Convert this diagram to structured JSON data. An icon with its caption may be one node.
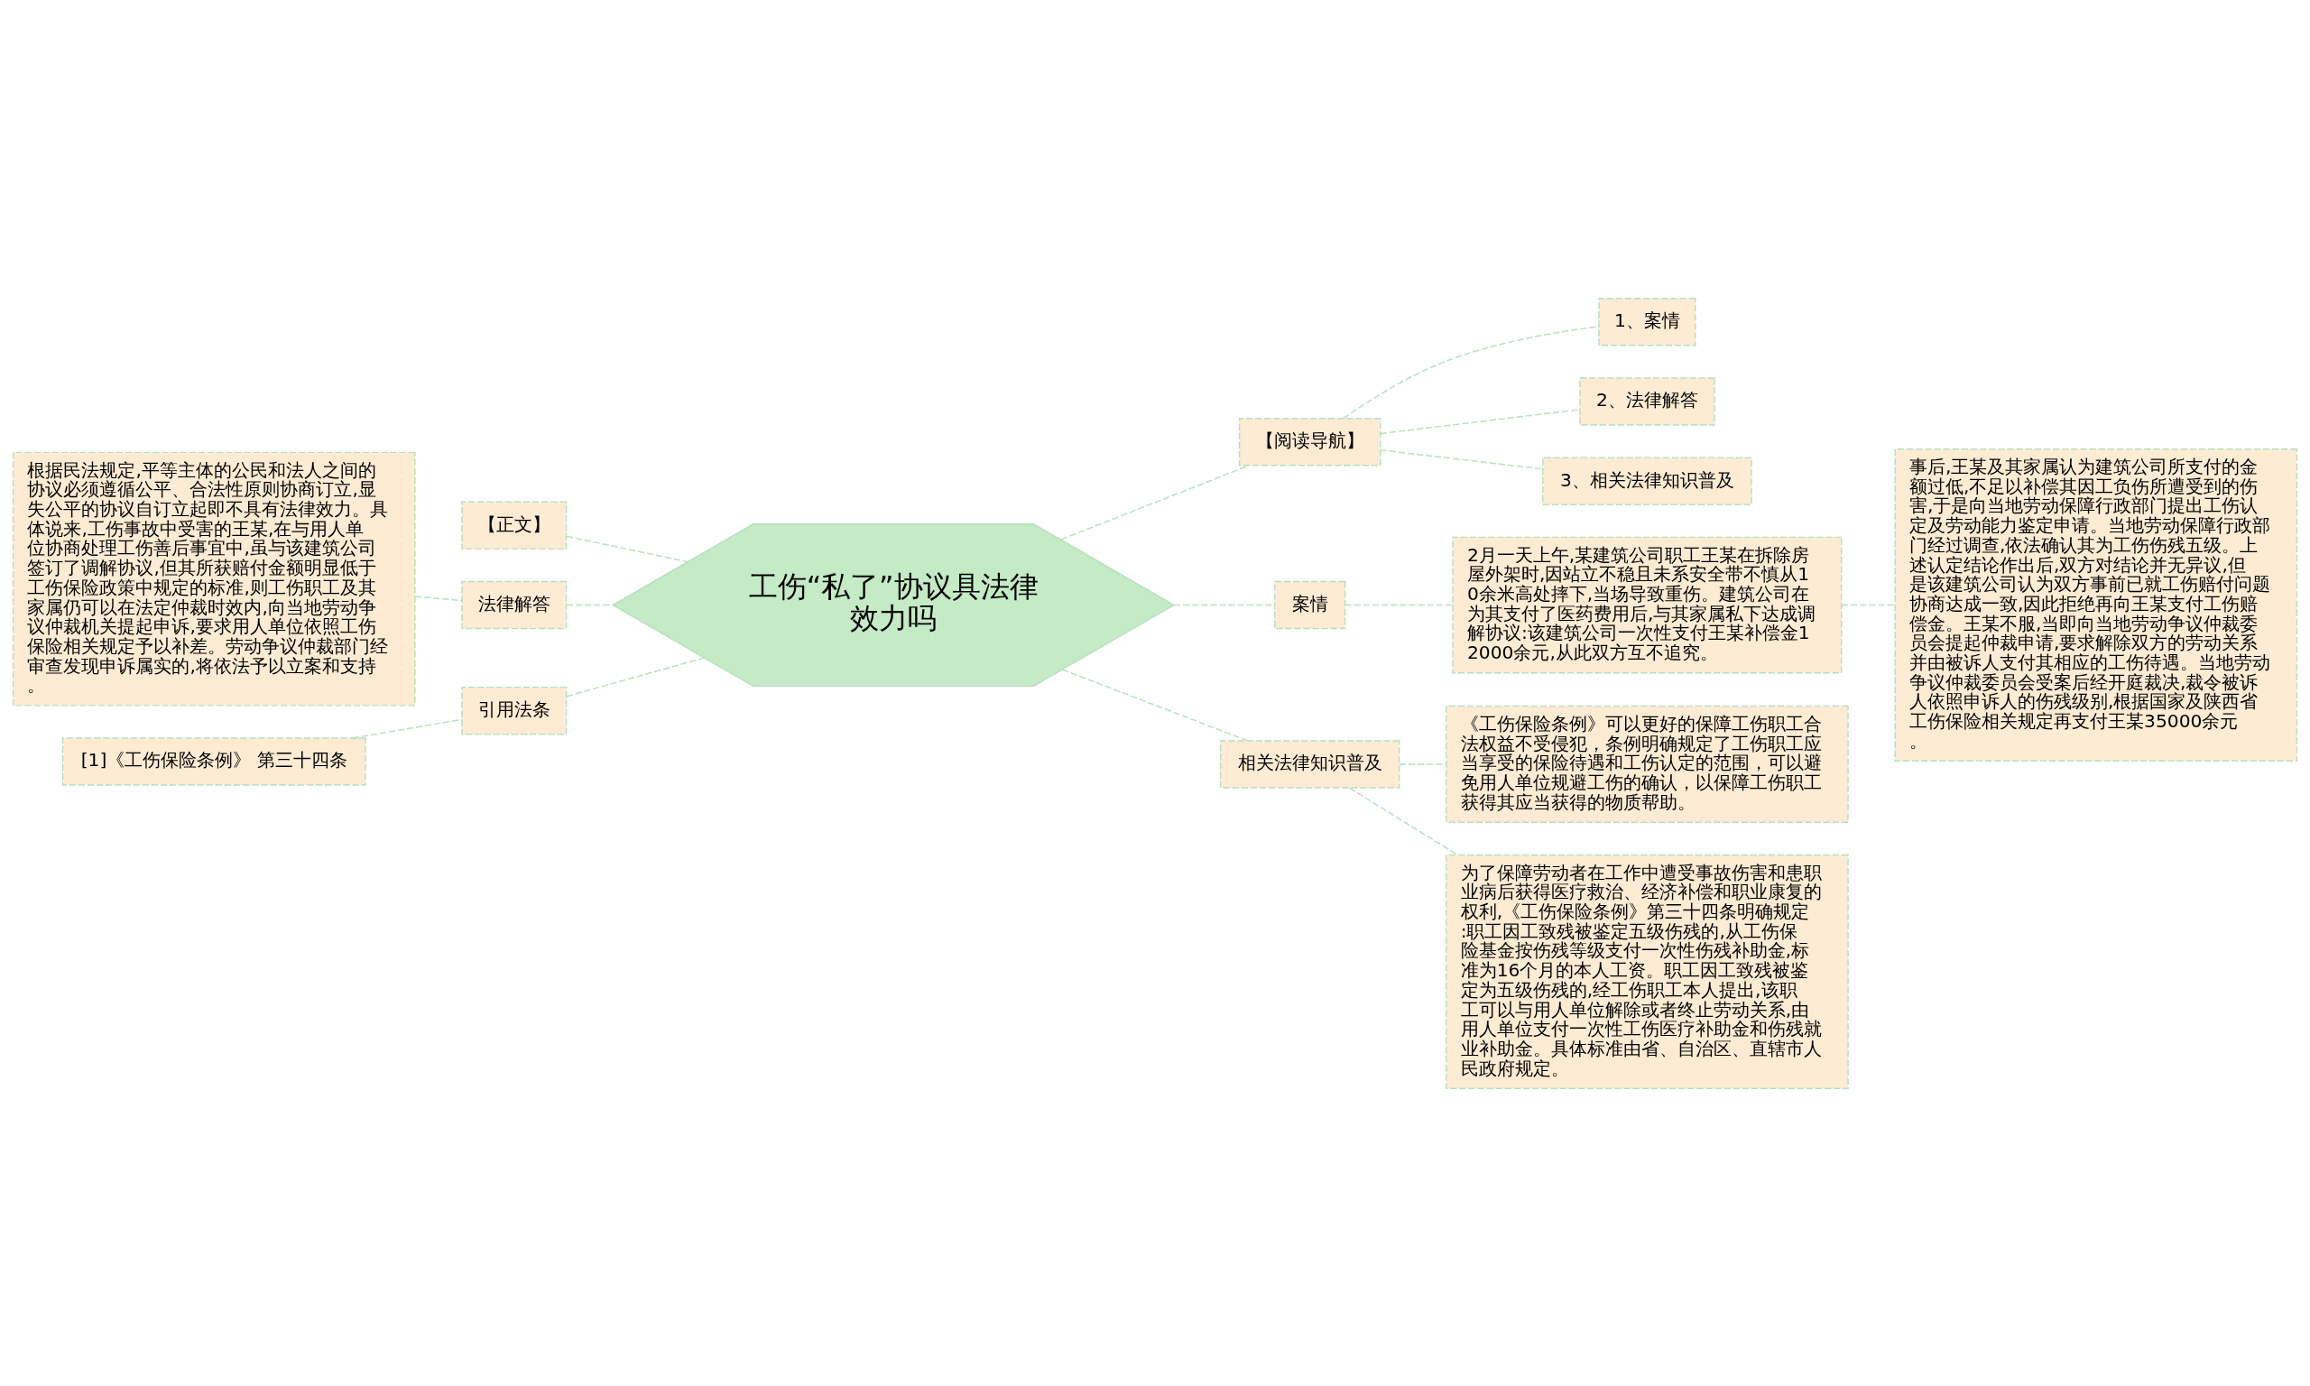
{
  "diagram": {
    "nodes": [
      {
        "text": [
          "工伤“私了”协议具法律效力吗"
        ]
      },
      {
        "text": [
          "【正文】"
        ]
      },
      {
        "text": [
          "法律解答"
        ]
      },
      {
        "text": [
          "根据民法规定,平等主体的公民和法人之间的协议必须遵循公平、合法性原则协商订立,显失公平的协议自订立起即不具有法律效力。具体说来,工伤事故中受害的王某,在与用人单位协商处理工伤善后事宜中,虽与该建筑公司签订了调解协议,但其所获赔付金额明显低于工伤保险政策中规定的标准,则工伤职工及其家属仍可以在法定仲裁时效内,向当地劳动争议仲裁机关提起申诉,要求用人单位依照工伤保险相关规定予以补差。劳动争议仲裁部门经审查发现申诉属实的,将依法予以立案和支持。"
        ]
      },
      {
        "text": [
          "引用法条"
        ]
      },
      {
        "text": [
          "[1]《工伤保险条例》 第三十四条"
        ]
      },
      {
        "text": [
          "【阅读导航】"
        ]
      },
      {
        "text": [
          "1、案情"
        ]
      },
      {
        "text": [
          "2、法律解答"
        ]
      },
      {
        "text": [
          "3、相关法律知识普及"
        ]
      },
      {
        "text": [
          "案情"
        ]
      },
      {
        "text": [
          "2月一天上午,某建筑公司职工王某在拆除房屋外架时,因站立不稳且未系安全带不慎从10余米高处摔下,当场导致重伤。建筑公司在为其支付了医药费用后,与其家属私下达成调解协议:该建筑公司一次性支付王某补偿金12000余元,从此双方互不追究。"
        ]
      },
      {
        "text": [
          "事后,王某及其家属认为建筑公司所支付的金额过低,不足以补偿其因工负伤所遭受到的伤害,于是向当地劳动保障行政部门提出工伤认定及劳动能力鉴定申请。当地劳动保障行政部门经过调查,依法确认其为工伤伤残五级。上述认定结论作出后,双方对结论并无异议,但是该建筑公司认为双方事前已就工伤赔付问题协商达成一致,因此拒绝再向王某支付工伤赔偿金。王某不服,当即向当地劳动争议仲裁委员会提起仲裁申请,要求解除双方的劳动关系并由被诉人支付其相应的工伤待遇。当地劳动争议仲裁委员会受案后经开庭裁决,裁令被诉人依照申诉人的伤残级别,根据国家及陕西省工伤保险相关规定再支付王某35000余元。"
        ]
      },
      {
        "text": [
          "相关法律知识普及"
        ]
      },
      {
        "text": [
          "《工伤保险条例》可以更好的保障工伤职工合法权益不受侵犯，条例明确规定了工伤职工应当享受的保险待遇和工伤认定的范围，可以避免用人单位规避工伤的确认，以保障工伤职工获得其应当获得的物质帮助。"
        ]
      },
      {
        "text": [
          "为了保障劳动者在工作中遭受事故伤害和患职业病后获得医疗救治、经济补偿和职业康复的权利,《工伤保险条例》第三十四条明确规定:职工因工致残被鉴定五级伤残的,从工伤保险基金按伤残等级支付一次性伤残补助金,标准为16个月的本人工资。职工因工致残被鉴定为五级伤残的,经工伤职工本人提出,该职工可以与用人单位解除或者终止劳动关系,由用人单位支付一次性工伤医疗补助金和伤残就业补助金。具体标准由省、自治区、直辖市人民政府规定。"
        ]
      }
    ],
    "edges": [
      {
        "from": 0,
        "to": 1,
        "arrow": "none",
        "style": "dashed"
      },
      {
        "from": 0,
        "to": 2,
        "arrow": "none",
        "style": "dashed"
      },
      {
        "from": 2,
        "to": 3,
        "arrow": "none",
        "style": "dashed"
      },
      {
        "from": 0,
        "to": 4,
        "arrow": "none",
        "style": "dashed"
      },
      {
        "from": 4,
        "to": 5,
        "arrow": "none",
        "style": "dashed"
      },
      {
        "from": 0,
        "to": 6,
        "arrow": "none",
        "style": "dashed"
      },
      {
        "from": 6,
        "to": 7,
        "arrow": "none",
        "style": "dashed"
      },
      {
        "from": 6,
        "to": 8,
        "arrow": "none",
        "style": "dashed"
      },
      {
        "from": 6,
        "to": 9,
        "arrow": "none",
        "style": "dashed"
      },
      {
        "from": 0,
        "to": 10,
        "arrow": "none",
        "style": "dashed"
      },
      {
        "from": 10,
        "to": 11,
        "arrow": "none",
        "style": "dashed"
      },
      {
        "from": 11,
        "to": 12,
        "arrow": "none",
        "style": "dashed"
      },
      {
        "from": 0,
        "to": 13,
        "arrow": "none",
        "style": "dashed"
      },
      {
        "from": 13,
        "to": 14,
        "arrow": "none",
        "style": "dashed"
      },
      {
        "from": 13,
        "to": 15,
        "arrow": "none",
        "style": "dashed"
      }
    ]
  }
}
